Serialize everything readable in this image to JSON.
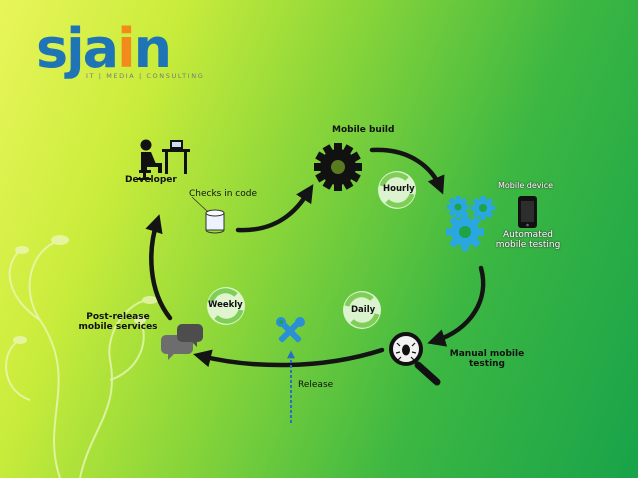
{
  "logo": {
    "part1": "sja",
    "accent": "i",
    "part2": "n",
    "tagline": "IT | MEDIA | CONSULTING"
  },
  "nodes": {
    "developer": "Developer",
    "checks_in_code": "Checks in code",
    "mobile_build": "Mobile build",
    "mobile_device": "Mobile device",
    "automated_testing": [
      "Automated",
      "mobile testing"
    ],
    "manual_testing": [
      "Manual mobile",
      "testing"
    ],
    "post_release": [
      "Post-release",
      "mobile services"
    ],
    "release": "Release"
  },
  "cycles": {
    "hourly": "Hourly",
    "daily": "Daily",
    "weekly": "Weekly"
  },
  "colors": {
    "arrow": "#141414",
    "release_arrow": "#2a6fc4",
    "gear_blue": "#2aa6e2",
    "cycle_green": "#9cdc7a"
  }
}
